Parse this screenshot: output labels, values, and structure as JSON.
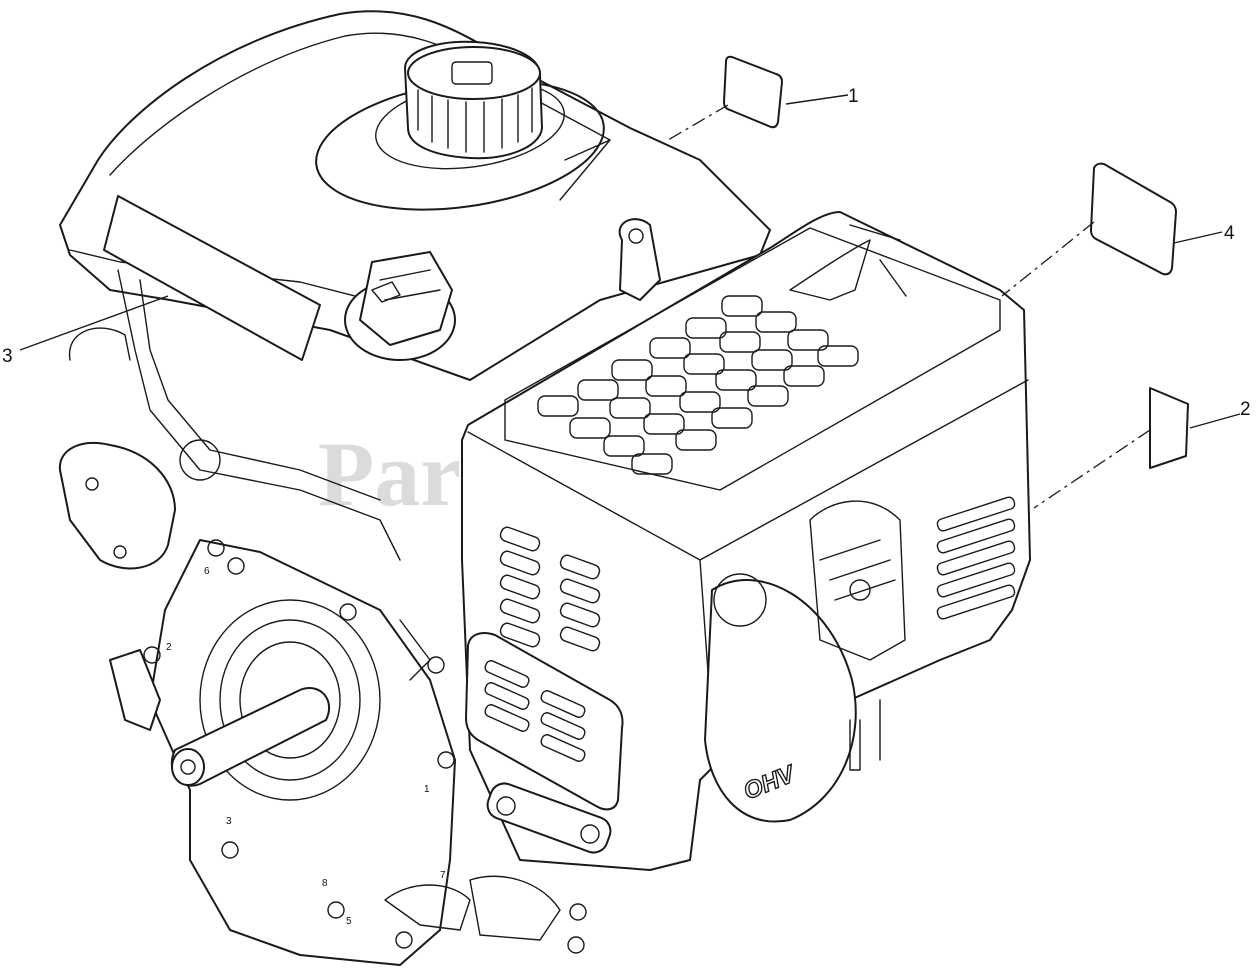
{
  "diagram": {
    "callouts": [
      {
        "id": "1",
        "label": "1"
      },
      {
        "id": "2",
        "label": "2"
      },
      {
        "id": "3",
        "label": "3"
      },
      {
        "id": "4",
        "label": "4"
      }
    ],
    "engine_label": "OHV",
    "watermark": "PartsTree",
    "watermark_mark": "™",
    "crankcase_marks": [
      "6",
      "2",
      "1",
      "3",
      "8",
      "5",
      "7"
    ]
  }
}
